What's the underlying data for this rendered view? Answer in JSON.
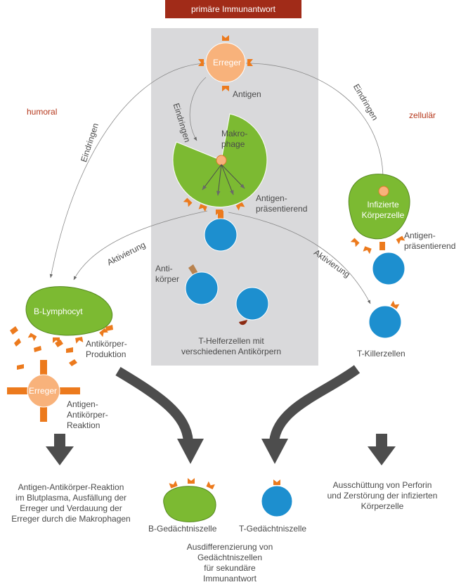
{
  "title": "primäre Immunantwort",
  "colors": {
    "title_bg": "#a12b18",
    "panel": "#d9d9db",
    "green": "#7cba32",
    "green_stroke": "#55881f",
    "blue": "#1d8fcf",
    "blue_stroke": "#0f6a9e",
    "salmon": "#f8b27b",
    "orange": "#ec7a1d",
    "red_text": "#b5371b",
    "arrow_gray": "#4d4d4d",
    "line_gray": "#7a7a7a"
  },
  "labels": {
    "erreger_top": "Erreger",
    "antigen": "Antigen",
    "humoral": "humoral",
    "zellular": "zellulär",
    "eindringen_left": "Eindringen",
    "eindringen_mid": "Eindringen",
    "eindringen_right": "Eindringen",
    "makrophage": "Makro-\nphage",
    "antigen_praesentierend_mid": "Antigen-\npräsentierend",
    "infizierte_koerperzelle": "Infizierte\nKörperzelle",
    "antigen_praesentierend_right": "Antigen-\npräsentierend",
    "aktivierung_left": "Aktivierung",
    "aktivierung_right": "Aktivierung",
    "antikoerper": "Anti-\nkörper",
    "t_helferzellen": "T-Helferzellen mit\nverschiedenen Antikörpern",
    "b_lymphocyt": "B-Lymphocyt",
    "antikoerper_produktion": "Antikörper-\nProduktion",
    "erreger_low": "Erreger",
    "antigen_antikoerper_reaktion": "Antigen-\nAntikörper-\nReaktion",
    "t_killerzellen": "T-Killerzellen",
    "bottom_left_text": "Antigen-Antikörper-Reaktion\nim Blutplasma,  Ausfällung der\nErreger und Verdauung der\nErreger durch die Makrophagen",
    "b_gedaechtniszelle": "B-Gedächtniszelle",
    "t_gedaechtniszelle": "T-Gedächtniszelle",
    "ausdifferenzierung": "Ausdifferenzierung von\nGedächtniszellen\nfür sekundäre\nImmunantwort",
    "ausschuettung": "Ausschüttung von Perforin\nund Zerstörung der infizierten\nKörperzelle"
  }
}
